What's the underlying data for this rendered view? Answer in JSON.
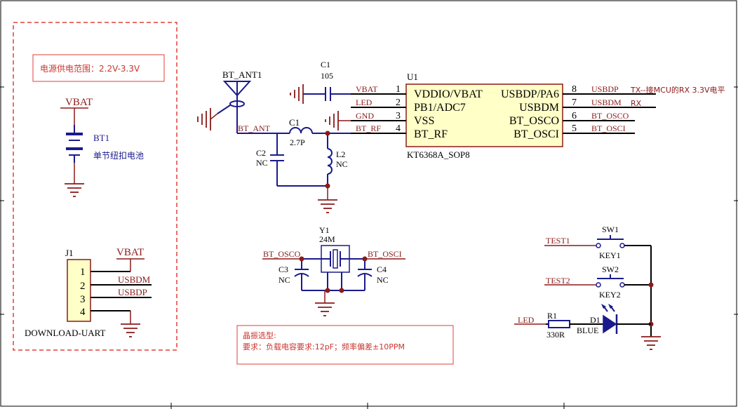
{
  "power_box": {
    "note": "电源供电范围：2.2V-3.3V",
    "battery_net": "VBAT",
    "battery_ref": "BT1",
    "battery_desc": "单节纽扣电池"
  },
  "connector": {
    "ref": "J1",
    "net_vbat": "VBAT",
    "pins": [
      "1",
      "2",
      "3",
      "4"
    ],
    "net_usbdm": "USBDM",
    "net_usbdp": "USBDP",
    "name": "DOWNLOAD-UART"
  },
  "antenna": {
    "ref": "BT_ANT1",
    "net": "BT_ANT"
  },
  "c1_top": {
    "ref": "C1",
    "value": "105"
  },
  "c1_rf": {
    "ref": "C1",
    "value": "2.7P"
  },
  "c2": {
    "ref": "C2",
    "value": "NC"
  },
  "l2": {
    "ref": "L2",
    "value": "NC"
  },
  "chip": {
    "ref": "U1",
    "part": "KT6368A_SOP8",
    "left_pins": [
      {
        "num": "1",
        "name": "VDDIO/VBAT",
        "net": "VBAT"
      },
      {
        "num": "2",
        "name": "PB1/ADC7",
        "net": "LED"
      },
      {
        "num": "3",
        "name": "VSS",
        "net": "GND"
      },
      {
        "num": "4",
        "name": "BT_RF",
        "net": "BT_RF"
      }
    ],
    "right_pins": [
      {
        "num": "8",
        "name": "USBDP/PA6",
        "net": "USBDP"
      },
      {
        "num": "7",
        "name": "USBDM",
        "net": "USBDM"
      },
      {
        "num": "6",
        "name": "BT_OSCO",
        "net": "BT_OSCO"
      },
      {
        "num": "5",
        "name": "BT_OSCI",
        "net": "BT_OSCI"
      }
    ],
    "tx_note": "TX--接MCU的RX 3.3V电平",
    "rx_note": "RX"
  },
  "crystal": {
    "ref": "Y1",
    "value": "24M",
    "net_left": "BT_OSCO",
    "net_right": "BT_OSCI",
    "c3_ref": "C3",
    "c3_value": "NC",
    "c4_ref": "C4",
    "c4_value": "NC"
  },
  "crystal_note": {
    "line1": "晶振选型:",
    "line2": "要求：负载电容要求:12pF；频率偏差±10PPM"
  },
  "switches": {
    "sw1_ref": "SW1",
    "sw1_net": "TEST1",
    "sw1_label": "KEY1",
    "sw2_ref": "SW2",
    "sw2_net": "TEST2",
    "sw2_label": "KEY2"
  },
  "led": {
    "net": "LED",
    "r_ref": "R1",
    "r_value": "330R",
    "d_ref": "D1",
    "d_color": "BLUE"
  }
}
